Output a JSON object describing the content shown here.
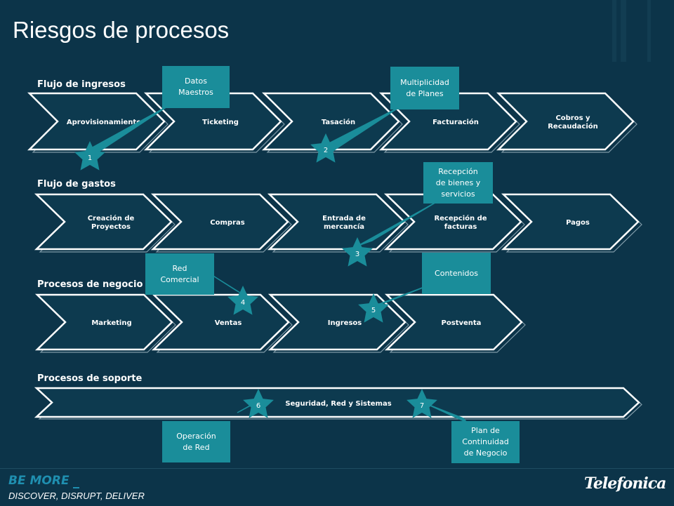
{
  "title": "Riesgos de procesos",
  "sections": [
    {
      "label": "Flujo de ingresos",
      "steps": [
        "Aprovisionamiento",
        "Ticketing",
        "Tasación",
        "Facturación",
        "Cobros y\nRecaudación"
      ]
    },
    {
      "label": "Flujo de gastos",
      "steps": [
        "Creación de\nProyectos",
        "Compras",
        "Entrada de\nmercancía",
        "Recepción de\nfacturas",
        "Pagos"
      ]
    },
    {
      "label": "Procesos de negocio",
      "steps": [
        "Marketing",
        "Ventas",
        "Ingresos",
        "Postventa"
      ]
    },
    {
      "label": "Procesos de soporte",
      "steps": [
        "Seguridad, Red y Sistemas"
      ]
    }
  ],
  "risks": [
    {
      "number": "1",
      "label": "Datos\nMaestros"
    },
    {
      "number": "2",
      "label": "Multiplicidad\nde Planes"
    },
    {
      "number": "3",
      "label": "Recepción\nde bienes y\nservicios"
    },
    {
      "number": "4",
      "label": "Red\nComercial"
    },
    {
      "number": "5",
      "label": "Contenidos"
    },
    {
      "number": "6",
      "label": "Operación\nde Red"
    },
    {
      "number": "7",
      "label": "Plan de\nContinuidad\nde Negocio"
    }
  ],
  "footer": {
    "brand": "BE MORE",
    "tagline": "DISCOVER, DISRUPT, DELIVER",
    "logo": "Telefonica"
  },
  "colors": {
    "background": "#0c3449",
    "arrow_fill": "#0d3a4f",
    "arrow_border": "#ffffff",
    "callout": "#1a8d9a",
    "star": "#1a8d9a"
  }
}
